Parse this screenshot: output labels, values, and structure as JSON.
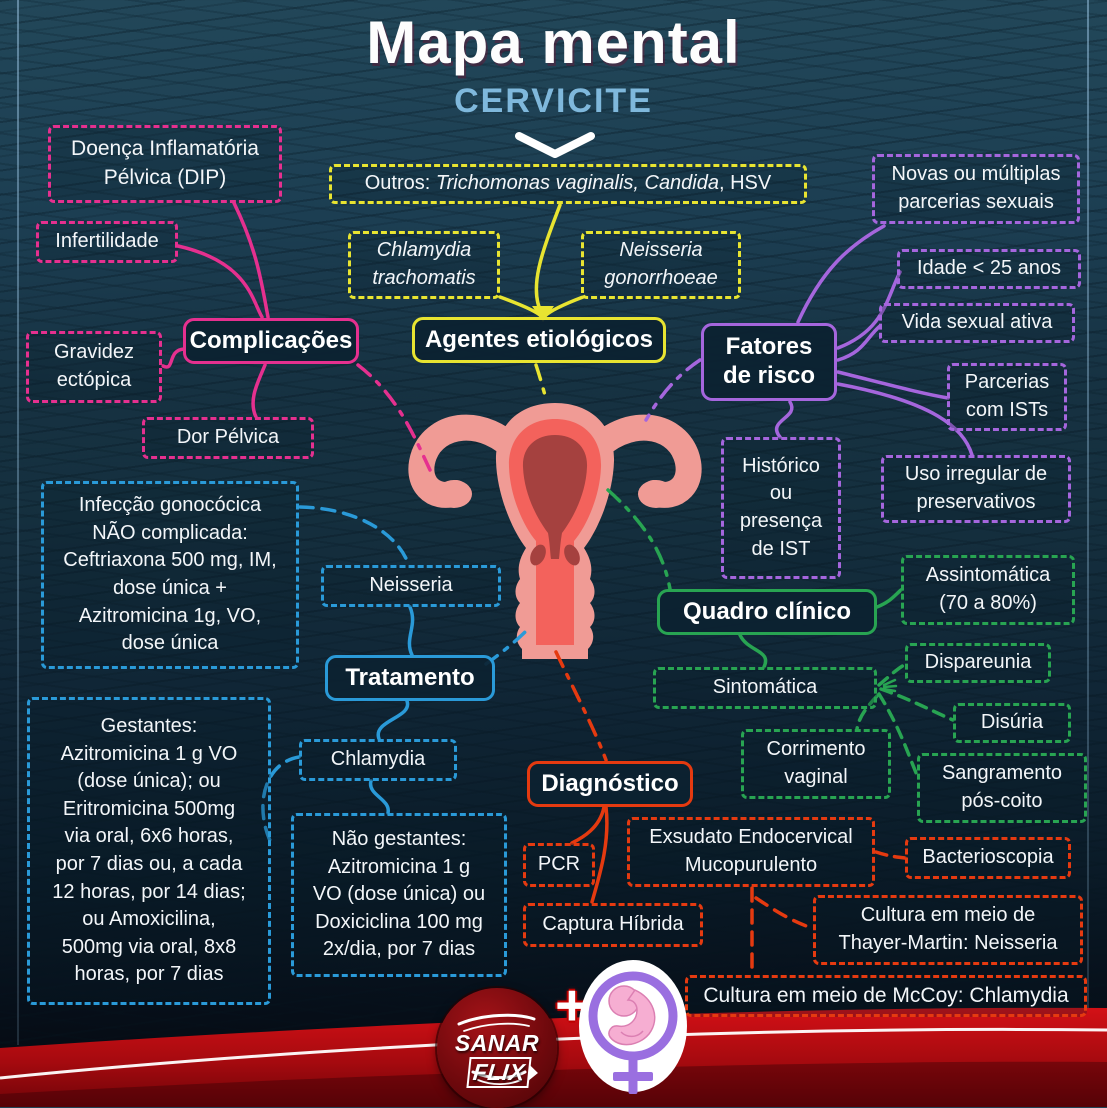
{
  "title": {
    "main": "Mapa mental",
    "subtitle": "CERVICITE"
  },
  "colors": {
    "background": "#15303f",
    "pink": "#e5308f",
    "yellow": "#e8e431",
    "purple": "#a566dd",
    "green": "#28a452",
    "blue": "#2a9ad8",
    "red": "#e53a10",
    "subtitle_blue": "#7fb8dc",
    "band_red": "#c30d12"
  },
  "complicacoes": {
    "label": "Complicações",
    "items": {
      "dip": "Doença Inflamatória\nPélvica (DIP)",
      "infertilidade": "Infertilidade",
      "gravidez": "Gravidez\nectópica",
      "dor": "Dor Pélvica"
    }
  },
  "agentes": {
    "label": "Agentes etiológicos",
    "outros_prefix": "Outros: ",
    "outros_italic": "Trichomonas vaginalis, Candida",
    "outros_suffix": ", HSV",
    "chlamydia": "Chlamydia\ntrachomatis",
    "neisseria": "Neisseria\ngonorrhoeae"
  },
  "fatores": {
    "label": "Fatores\nde risco",
    "items": {
      "novas": "Novas ou múltiplas\nparcerias sexuais",
      "idade": "Idade < 25 anos",
      "vida": "Vida sexual ativa",
      "parcerias": "Parcerias\ncom ISTs",
      "historico": "Histórico\nou\npresença\nde IST",
      "uso": "Uso irregular de\npreservativos"
    }
  },
  "quadro": {
    "label": "Quadro clínico",
    "items": {
      "assintomatica": "Assintomática\n(70 a 80%)",
      "sintomatica": "Sintomática",
      "dispareunia": "Dispareunia",
      "disuria": "Disúria",
      "corrimento": "Corrimento\nvaginal",
      "sangramento": "Sangramento\npós-coito"
    }
  },
  "tratamento": {
    "label": "Tratamento",
    "items": {
      "neisseria": "Neisseria",
      "chlamydia": "Chlamydia",
      "gonococica": "Infecção gonocócica\nNÃO complicada:\nCeftriaxona 500 mg, IM,\ndose única +\nAzitromicina 1g, VO,\ndose única",
      "gestantes": "Gestantes:\nAzitromicina 1 g VO\n(dose única); ou\nEritromicina 500mg\nvia oral, 6x6 horas,\npor 7 dias ou, a cada\n12 horas, por 14 dias;\nou Amoxicilina,\n500mg via oral, 8x8\nhoras, por 7 dias",
      "nao_gestantes": "Não gestantes:\nAzitromicina 1 g\nVO (dose única) ou\nDoxiciclina 100 mg\n2x/dia, por 7 dias"
    }
  },
  "diagnostico": {
    "label": "Diagnóstico",
    "items": {
      "pcr": "PCR",
      "exsudato": "Exsudato Endocervical\nMucopurulento",
      "captura": "Captura Híbrida",
      "bacterioscopia": "Bacterioscopia",
      "thayer": "Cultura em meio de\nThayer-Martin: Neisseria",
      "mccoy": "Cultura em meio de McCoy: Chlamydia"
    }
  },
  "footer": {
    "brand_sanar": "SANAR",
    "brand_flix": "FLIX",
    "plus": "+"
  }
}
